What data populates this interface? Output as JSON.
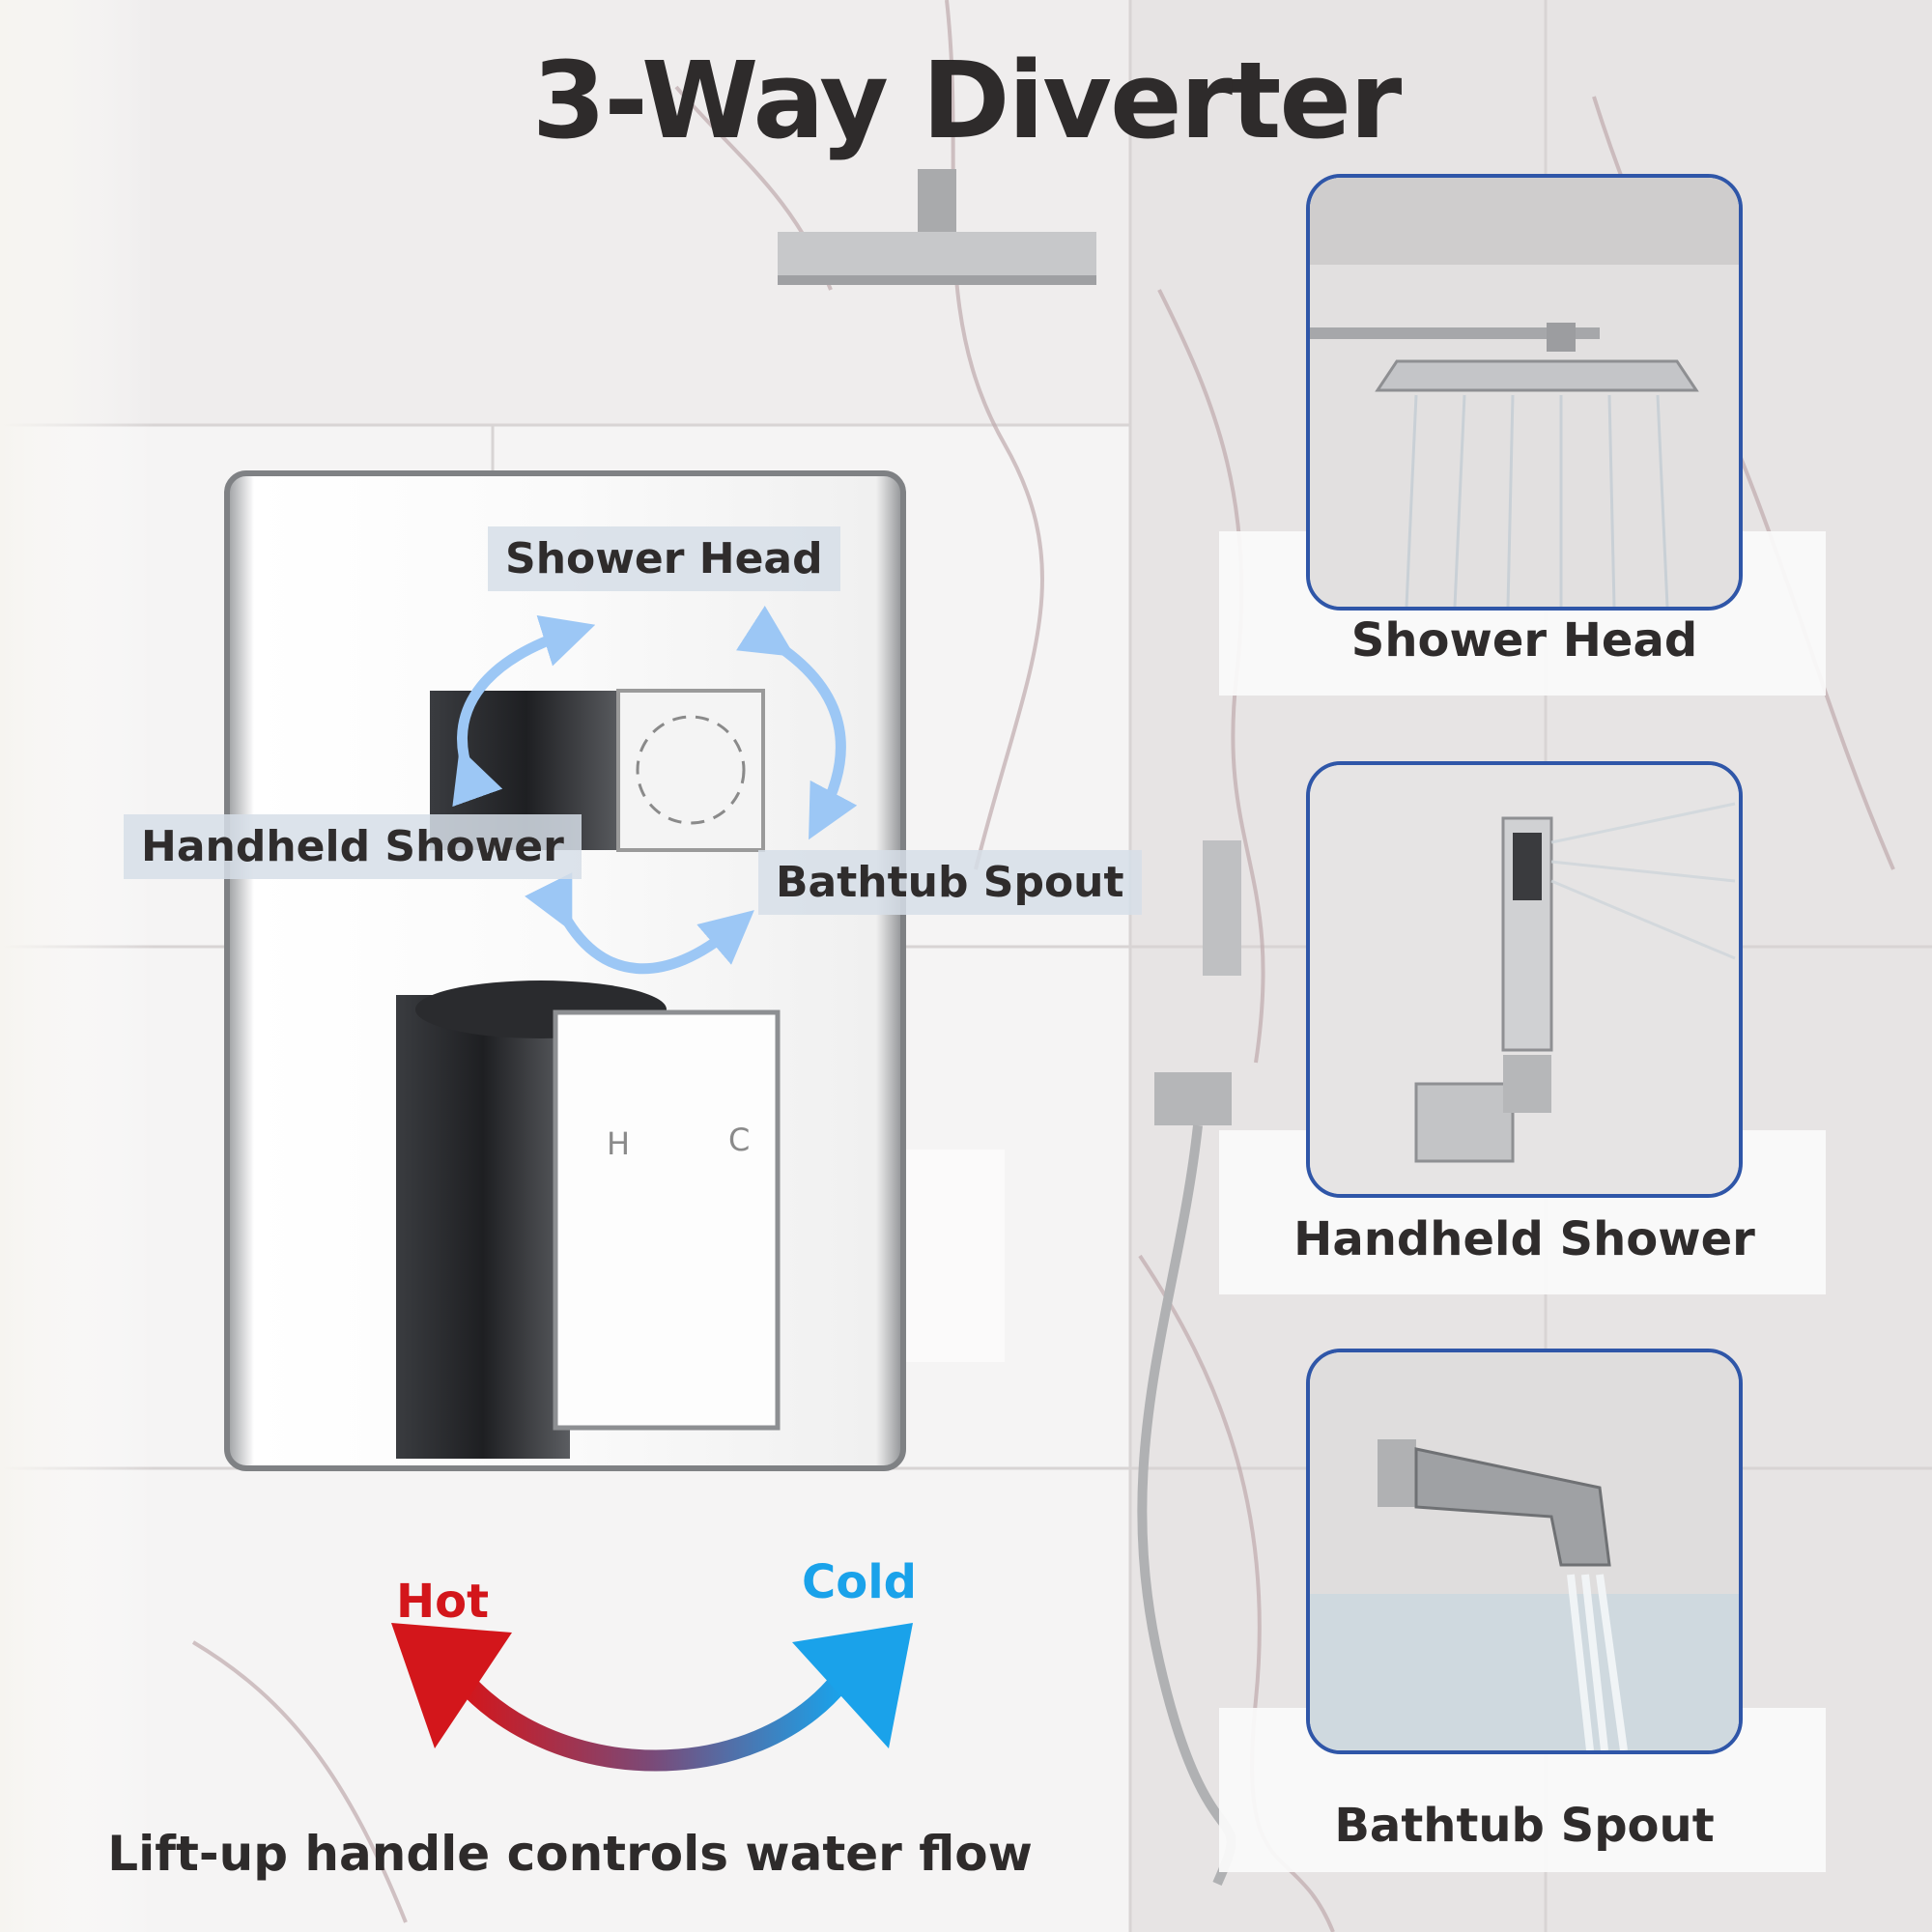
{
  "title": "3-Way Diverter",
  "valve_labels": {
    "shower_head": "Shower Head",
    "handheld_shower": "Handheld Shower",
    "bathtub_spout": "Bathtub Spout"
  },
  "handle_letters": {
    "hot": "H",
    "cold": "C"
  },
  "temperature": {
    "hot": "Hot",
    "cold": "Cold"
  },
  "caption": "Lift-up handle controls water flow",
  "panels": [
    {
      "label": "Shower Head"
    },
    {
      "label": "Handheld Shower"
    },
    {
      "label": "Bathtub Spout"
    }
  ],
  "colors": {
    "frame_blue": "#2f56a8",
    "hot_red": "#d3161b",
    "cold_blue": "#1aa2ea",
    "arrow_blue": "#9cc7f5"
  }
}
